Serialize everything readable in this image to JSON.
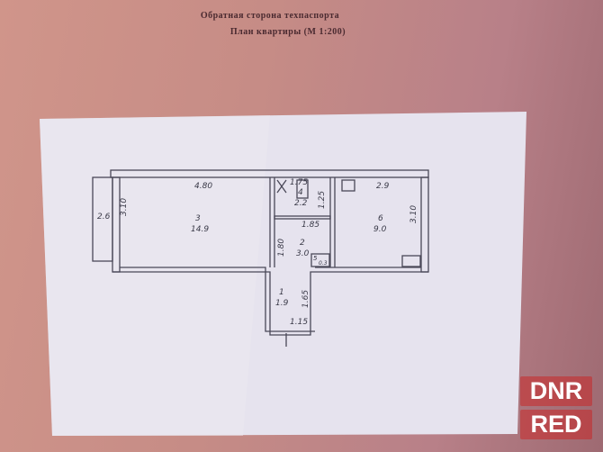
{
  "header": {
    "line1": "Обратная сторона техпаспорта",
    "line2": "План квартиры (М 1:200)"
  },
  "plan": {
    "dimensions": {
      "room3_width": "4.80",
      "room3_height": "3.10",
      "balcony": "2.6",
      "bath_width": "1.75",
      "bath_depth": "1.25",
      "hall_width": "1.85",
      "hall_length": "1.80",
      "corridor_length": "1.65",
      "entry_width": "1.15",
      "room6_width": "2.9",
      "room6_height": "3.10"
    },
    "rooms": [
      {
        "num": "3",
        "area": "14.9"
      },
      {
        "num": "4",
        "area": "2.2"
      },
      {
        "num": "2",
        "area": "3.0"
      },
      {
        "num": "6",
        "area": "9.0"
      },
      {
        "num": "1",
        "area": "1.9"
      },
      {
        "num": "5",
        "area": "0.3"
      }
    ]
  },
  "watermark": {
    "line1": "DNR",
    "line2": "RED"
  }
}
